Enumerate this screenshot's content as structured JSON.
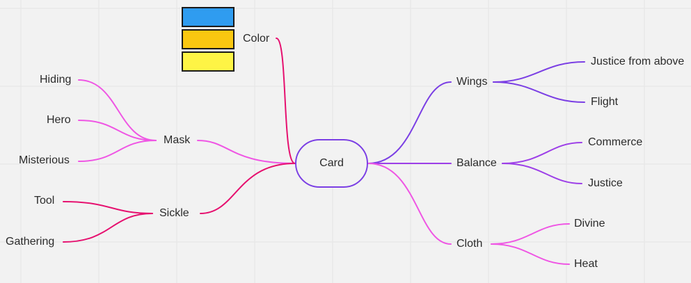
{
  "mindmap": {
    "center": "Card",
    "color_branch": {
      "label": "Color",
      "swatches": [
        "#2f9cf0",
        "#fac710",
        "#fef445"
      ]
    },
    "left": [
      {
        "label": "Mask",
        "children": [
          "Hiding",
          "Hero",
          "Misterious"
        ]
      },
      {
        "label": "Sickle",
        "children": [
          "Tool",
          "Gathering"
        ]
      }
    ],
    "right": [
      {
        "label": "Wings",
        "children": [
          "Justice from above",
          "Flight"
        ]
      },
      {
        "label": "Balance",
        "children": [
          "Commerce",
          "Justice"
        ]
      },
      {
        "label": "Cloth",
        "children": [
          "Divine",
          "Heat"
        ]
      }
    ]
  },
  "colors": {
    "background": "#f2f2f2",
    "grid": "#e4e4e4",
    "crimson": "#e6106f",
    "pink": "#ef56e4",
    "purple": "#7b3fe4",
    "violet": "#9d3fe8"
  }
}
